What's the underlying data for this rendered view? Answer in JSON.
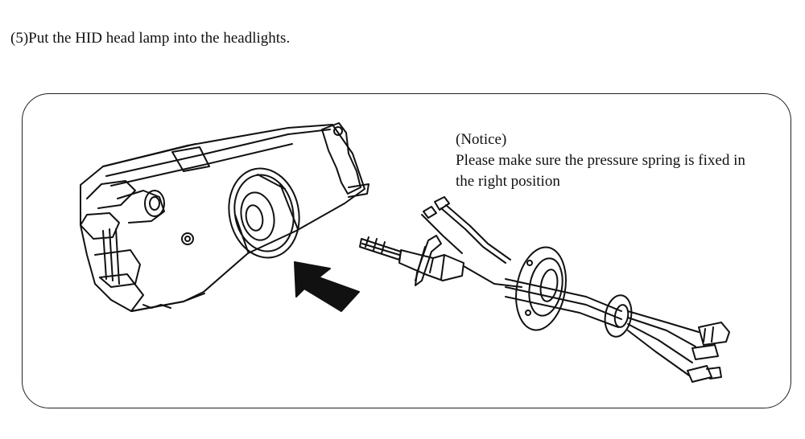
{
  "step": {
    "title": "(5)Put the HID head lamp into the headlights."
  },
  "notice": {
    "heading": "(Notice)",
    "line1": "Please make sure the pressure spring is fixed in",
    "line2": "the right position"
  },
  "illustration": {
    "headlight_housing": "headlight-housing-drawing",
    "insert_arrow": "insert-arrow-icon",
    "hid_bulb": "hid-bulb-with-wiring-drawing"
  }
}
